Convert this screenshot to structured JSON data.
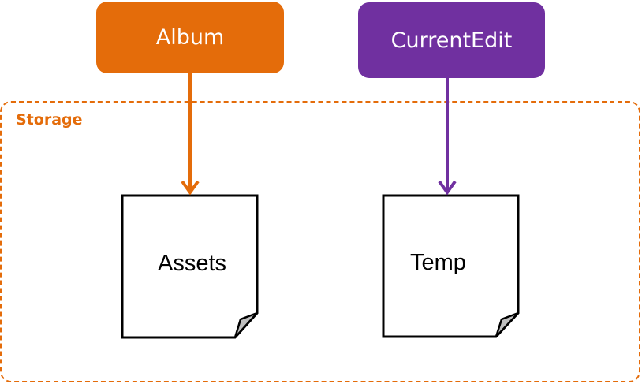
{
  "nodes": {
    "album": {
      "label": "Album",
      "color": "#E46C0A"
    },
    "current_edit": {
      "label": "CurrentEdit",
      "color": "#7030A0"
    }
  },
  "storage": {
    "label": "Storage",
    "color": "#E46C0A"
  },
  "documents": {
    "assets": {
      "label": "Assets"
    },
    "temp": {
      "label": "Temp"
    }
  },
  "edges": [
    {
      "from": "Album",
      "to": "Assets"
    },
    {
      "from": "CurrentEdit",
      "to": "Temp"
    }
  ]
}
